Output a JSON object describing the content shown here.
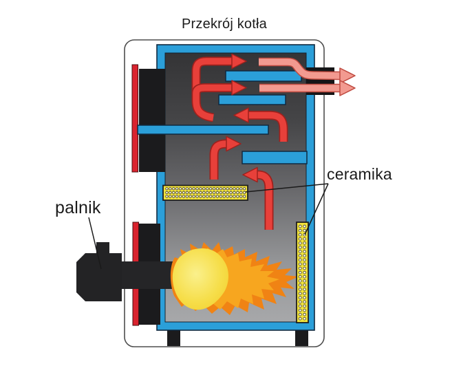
{
  "title": "Przekrój kotła",
  "labels": {
    "burner": "palnik",
    "ceramics": "ceramika"
  },
  "colors": {
    "water_jacket_blue": "#2b9fd9",
    "hot_gas_red": "#e8403a",
    "cooled_gas_pink": "#f29a90",
    "ceramic_yellow": "#f2e33c",
    "steel_black": "#1b1b1d",
    "side_strip_red": "#d9232e",
    "flame_core_yellow": "#f5d93d",
    "flame_orange": "#f08314",
    "frame_outline_gray": "#4d4d4d"
  },
  "diagram": {
    "subject": "boiler cross-section with burner flame, serpentine flue-gas arrows, two perforated ceramic plates and chimney outlet",
    "callouts": [
      {
        "text": "palnik"
      },
      {
        "text": "ceramika"
      }
    ]
  }
}
